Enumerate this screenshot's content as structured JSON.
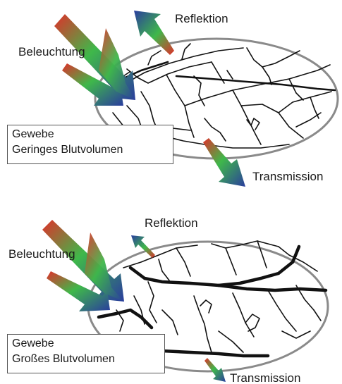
{
  "panels": [
    {
      "illumination_label": "Beleuchtung",
      "reflection_label": "Reflektion",
      "transmission_label": "Transmission",
      "tissue_title": "Gewebe",
      "tissue_description": "Geringes Blutvolumen"
    },
    {
      "illumination_label": "Beleuchtung",
      "reflection_label": "Reflektion",
      "transmission_label": "Transmission",
      "tissue_title": "Gewebe",
      "tissue_description": "Großes Blutvolumen"
    }
  ],
  "colors": {
    "arrow_start": "#e0302a",
    "arrow_mid": "#3fb84a",
    "arrow_end": "#2a3d9e",
    "ellipse_fill": "#ffffff",
    "ellipse_stroke": "#8a8a8a",
    "vessel": "#111111"
  }
}
